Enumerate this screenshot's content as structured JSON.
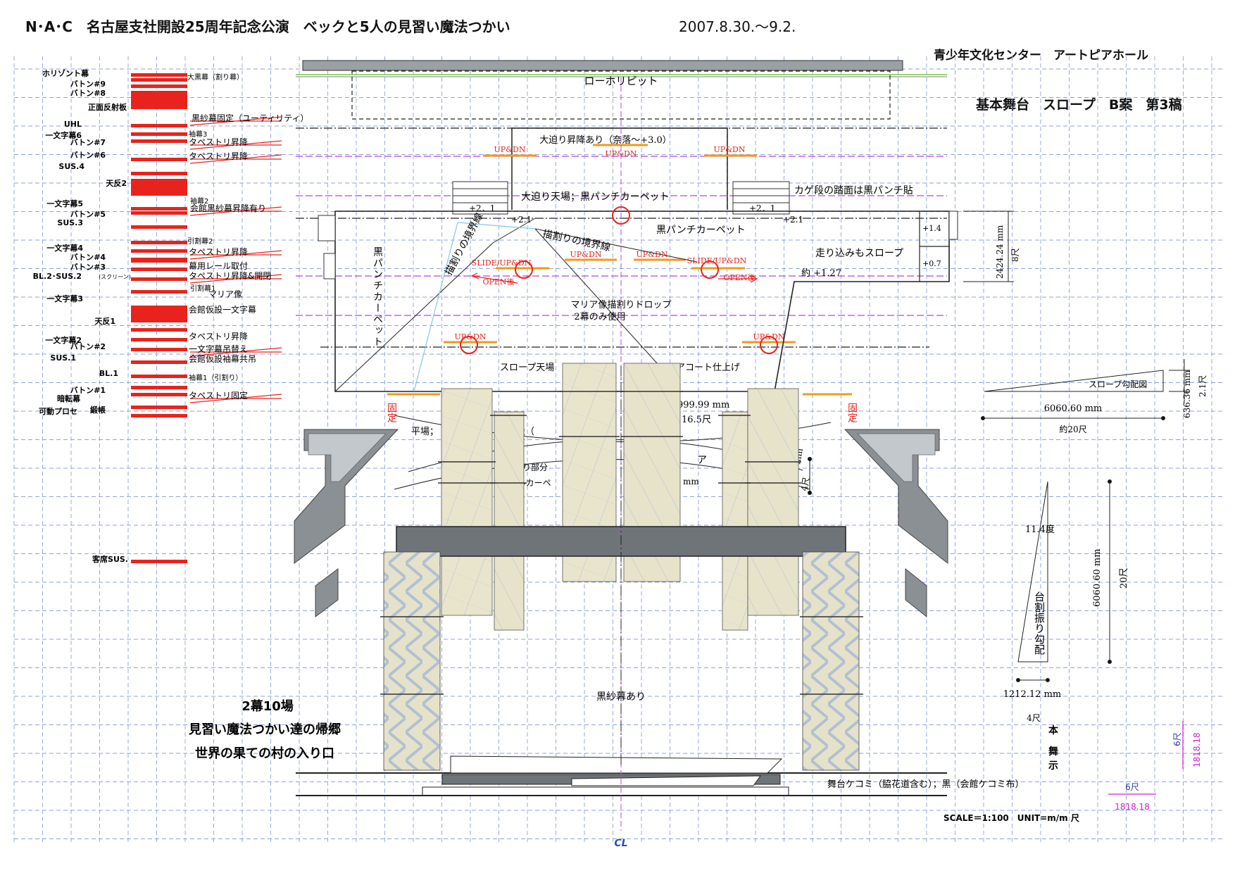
{
  "header": {
    "title": "N･A･C　名古屋支社開設25周年記念公演　ベックと5人の見習い魔法つかい",
    "dates": "2007.8.30.～9.2.",
    "venue": "青少年文化センター　アートピアホール",
    "subtitle": "基本舞台　スロープ　B案　第3稿"
  },
  "fly_labels": [
    "ホリゾント幕",
    "バトン#9",
    "バトン#8",
    "正面反射板",
    "UHL",
    "一文字幕6",
    "バトン#7",
    "バトン#6",
    "SUS.4",
    "天反2",
    "一文字幕5",
    "バトン#5",
    "SUS.3",
    "一文字幕4",
    "バトン#4",
    "バトン#3",
    "BL.2･SUS.2",
    "(スクリーン)",
    "一文字幕3",
    "天反1",
    "一文字幕2",
    "バトン#2",
    "SUS.1",
    "BL.1",
    "暗転幕",
    "バトン#1",
    "可動プロセ",
    "緞帳",
    "客席SUS."
  ],
  "fly_notes": [
    "大黒幕（割り幕）",
    "黒紗幕固定（ユーティリティ）",
    "袖幕3",
    "タペストリ昇降",
    "タペストリ昇降",
    "袖幕2",
    "会館黒紗幕昇降有り",
    "引割幕2",
    "タペストリ昇降",
    "幕用レール取付",
    "タペストリ昇降&開閉",
    "引割幕1",
    "マリア像",
    "会館仮設一文字幕",
    "タペストリ昇降",
    "一文字幕吊替え",
    "会館仮設袖幕共吊",
    "袖幕1（引割り）",
    "タペストリ固定"
  ],
  "stage_labels": {
    "low_riser": "ローホリピット",
    "big_lift": "大迫り昇降あり（奈落～+3.0）",
    "up_dn": "UP&DN",
    "lift_top": "大迫り天場；黒パンチカーペット",
    "kage_note": "カゲ段の踏面は黒パンチ貼",
    "plus_21": "+2．1",
    "plus_21b": "+2.1",
    "black_punch": "黒パンチカーペット",
    "black_punch_vertical": "黒パンチカーペット",
    "run_in": "走り込みもスロープ",
    "approx_127": "約 +1.27",
    "plus_14": "+1.4",
    "plus_07": "+0.7",
    "scenic_boundary": "描割りの境界線",
    "scenic_boundary_v": "描割りの境界線",
    "slide_updn": "SLIDE/UP&DN",
    "open_after": "OPEN後",
    "maria_drop": "マリア像描割りドロップ",
    "maria_drop2": "2幕のみ使用",
    "slope_top": "スロープ天場",
    "court_finish": "アコート仕上げ",
    "fixed": "固定",
    "flat_floor": "平場；",
    "laid": "敷設（",
    "part": "り部分",
    "carpet_frag": "ルカーペ",
    "a_frag": "ア",
    "mm_frag": "mm",
    "dim_999": "999.99 mm",
    "dim_165": "16.5尺",
    "mm_frag2": "mm",
    "shaku_frag": "4尺",
    "black_gauze": "黒紗幕あり",
    "kekomi": "舞台ケコミ（脇花道含む）；黒（会館ケコミ布）",
    "cl": "CL"
  },
  "scene": {
    "line1": "2幕10場",
    "line2": "見習い魔法つかい達の帰郷",
    "line3": "世界の果ての村の入り口"
  },
  "dims": {
    "d2424": "2424.24 mm",
    "d8": "8尺",
    "d636": "636.36 mm",
    "d21": "2.1尺",
    "slope_diagram": "スロープ勾配図",
    "d6060": "6060.60 mm",
    "d20": "約20尺",
    "angle": "11.4度",
    "d6060v": "6060.60 mm",
    "d20v": "20尺",
    "rake_label": "台割振り勾配",
    "d1212": "1212.12 mm",
    "d4": "4尺",
    "hon": "本",
    "bu": "舞",
    "shi": "示",
    "d6a": "6尺",
    "d1818a": "1818.18",
    "d6b": "6尺",
    "d1818b": "1818.18"
  },
  "footer": {
    "scale": "SCALE＝1:100　UNIT=m/m 尺"
  },
  "colors": {
    "red": "#e8231d",
    "orange": "#f09a1e",
    "grid": "#8fa3d6",
    "magenta": "#d420d4",
    "panel": "#e8e4cc",
    "grey": "#8a9094"
  }
}
